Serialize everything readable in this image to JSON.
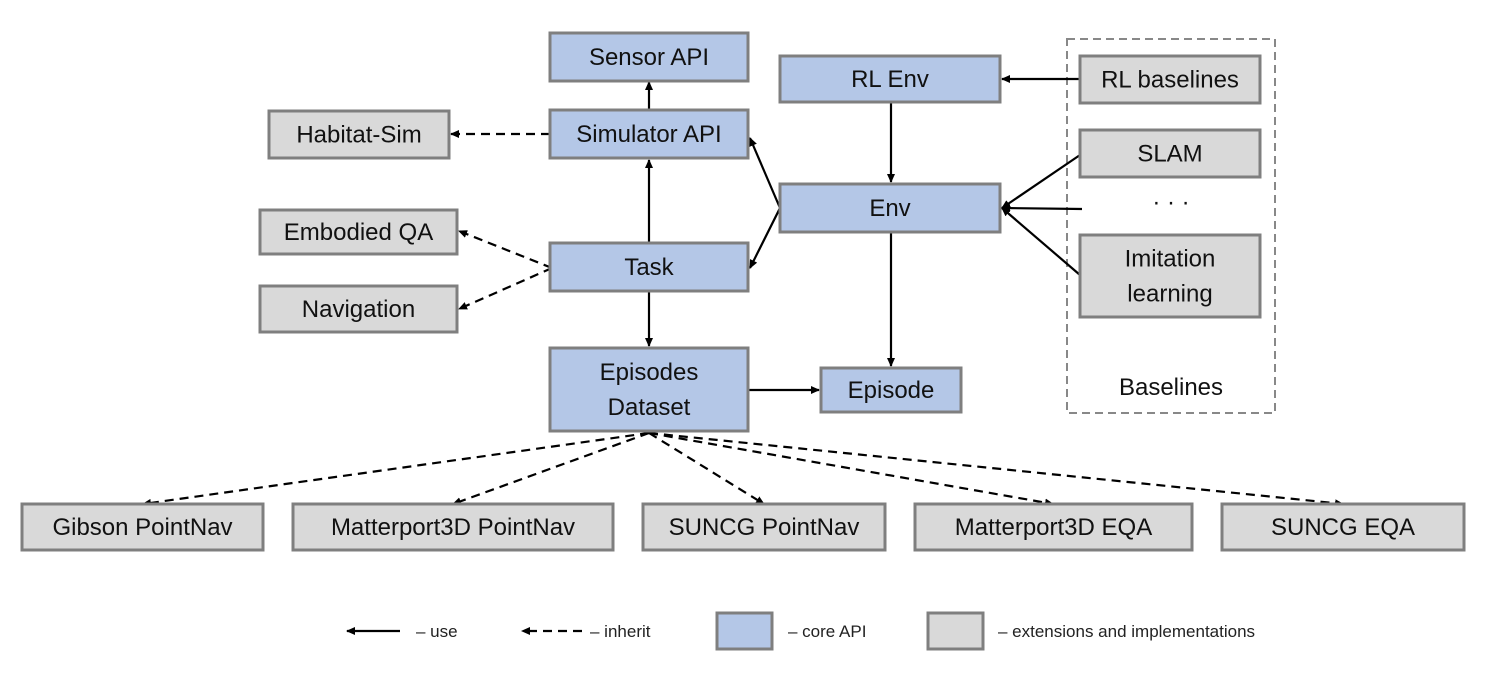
{
  "colors": {
    "core_fill": "#b4c7e7",
    "ext_fill": "#d9d9d9",
    "border": "#7f7f7f",
    "line": "#000000"
  },
  "nodes": {
    "sensor_api": {
      "label": "Sensor API",
      "kind": "core"
    },
    "simulator_api": {
      "label": "Simulator API",
      "kind": "core"
    },
    "rl_env": {
      "label": "RL Env",
      "kind": "core"
    },
    "env": {
      "label": "Env",
      "kind": "core"
    },
    "task": {
      "label": "Task",
      "kind": "core"
    },
    "episodes_dataset": {
      "label": [
        "Episodes",
        "Dataset"
      ],
      "kind": "core"
    },
    "episode": {
      "label": "Episode",
      "kind": "core"
    },
    "habitat_sim": {
      "label": "Habitat-Sim",
      "kind": "ext"
    },
    "embodied_qa": {
      "label": "Embodied QA",
      "kind": "ext"
    },
    "navigation": {
      "label": "Navigation",
      "kind": "ext"
    },
    "rl_baselines": {
      "label": "RL baselines",
      "kind": "ext"
    },
    "slam": {
      "label": "SLAM",
      "kind": "ext"
    },
    "imitation_learning": {
      "label": [
        "Imitation",
        "learning"
      ],
      "kind": "ext"
    },
    "gibson_pointnav": {
      "label": "Gibson PointNav",
      "kind": "ext"
    },
    "matterport3d_pointnav": {
      "label": "Matterport3D PointNav",
      "kind": "ext"
    },
    "suncg_pointnav": {
      "label": "SUNCG PointNav",
      "kind": "ext"
    },
    "matterport3d_eqa": {
      "label": "Matterport3D EQA",
      "kind": "ext"
    },
    "suncg_eqa": {
      "label": "SUNCG EQA",
      "kind": "ext"
    }
  },
  "baselines_group": {
    "label": "Baselines",
    "ellipsis": "· · ·"
  },
  "edges": [
    {
      "from": "simulator_api",
      "to": "sensor_api",
      "type": "use"
    },
    {
      "from": "simulator_api",
      "to": "habitat_sim",
      "type": "inherit"
    },
    {
      "from": "task",
      "to": "simulator_api",
      "type": "use"
    },
    {
      "from": "env",
      "to": "simulator_api",
      "type": "use"
    },
    {
      "from": "env",
      "to": "task",
      "type": "use"
    },
    {
      "from": "rl_env",
      "to": "env",
      "type": "use"
    },
    {
      "from": "rl_baselines",
      "to": "rl_env",
      "type": "use"
    },
    {
      "from": "slam",
      "to": "env",
      "type": "use"
    },
    {
      "from": "ellipsis",
      "to": "env",
      "type": "use"
    },
    {
      "from": "imitation_learning",
      "to": "env",
      "type": "use"
    },
    {
      "from": "env",
      "to": "episode",
      "type": "use"
    },
    {
      "from": "task",
      "to": "episodes_dataset",
      "type": "use"
    },
    {
      "from": "episodes_dataset",
      "to": "episode",
      "type": "use"
    },
    {
      "from": "task",
      "to": "embodied_qa",
      "type": "inherit"
    },
    {
      "from": "task",
      "to": "navigation",
      "type": "inherit"
    },
    {
      "from": "episodes_dataset",
      "to": "gibson_pointnav",
      "type": "inherit"
    },
    {
      "from": "episodes_dataset",
      "to": "matterport3d_pointnav",
      "type": "inherit"
    },
    {
      "from": "episodes_dataset",
      "to": "suncg_pointnav",
      "type": "inherit"
    },
    {
      "from": "episodes_dataset",
      "to": "matterport3d_eqa",
      "type": "inherit"
    },
    {
      "from": "episodes_dataset",
      "to": "suncg_eqa",
      "type": "inherit"
    }
  ],
  "legend": {
    "use": "– use",
    "inherit": "– inherit",
    "core": "– core API",
    "ext": "– extensions and implementations"
  }
}
